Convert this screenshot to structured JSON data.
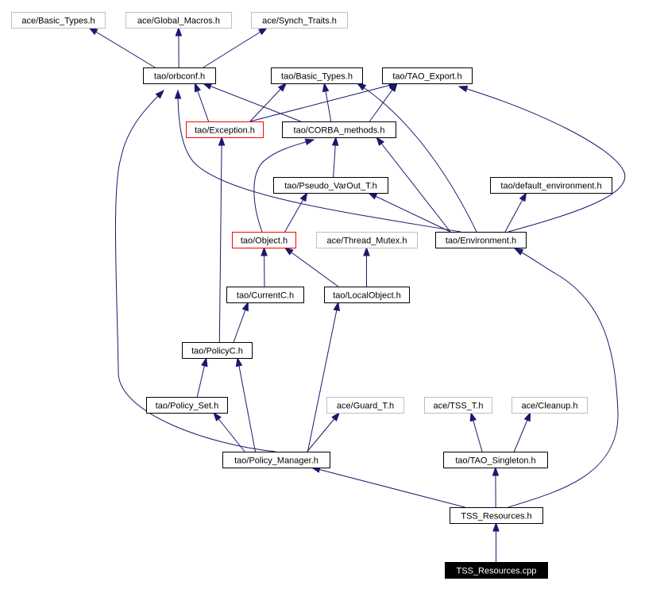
{
  "colors": {
    "edge": "#191970",
    "box_default": "#000000",
    "box_external": "#bfbfbf",
    "box_incomplete": "#ff0000",
    "root_fill": "#000000",
    "root_text": "#ffffff"
  },
  "nodes": {
    "ace_basic_types": {
      "label": "ace/Basic_Types.h",
      "kind": "external"
    },
    "ace_global_macros": {
      "label": "ace/Global_Macros.h",
      "kind": "external"
    },
    "ace_synch_traits": {
      "label": "ace/Synch_Traits.h",
      "kind": "external"
    },
    "orbconf": {
      "label": "tao/orbconf.h",
      "kind": "default"
    },
    "tao_basic_types": {
      "label": "tao/Basic_Types.h",
      "kind": "default"
    },
    "tao_export": {
      "label": "tao/TAO_Export.h",
      "kind": "default"
    },
    "exception": {
      "label": "tao/Exception.h",
      "kind": "incomplete"
    },
    "corba_methods": {
      "label": "tao/CORBA_methods.h",
      "kind": "default"
    },
    "pseudo_varout": {
      "label": "tao/Pseudo_VarOut_T.h",
      "kind": "default"
    },
    "default_env": {
      "label": "tao/default_environment.h",
      "kind": "default"
    },
    "object": {
      "label": "tao/Object.h",
      "kind": "incomplete"
    },
    "thread_mutex": {
      "label": "ace/Thread_Mutex.h",
      "kind": "external"
    },
    "environment": {
      "label": "tao/Environment.h",
      "kind": "default"
    },
    "currentc": {
      "label": "tao/CurrentC.h",
      "kind": "default"
    },
    "localobject": {
      "label": "tao/LocalObject.h",
      "kind": "default"
    },
    "policyc": {
      "label": "tao/PolicyC.h",
      "kind": "default"
    },
    "policy_set": {
      "label": "tao/Policy_Set.h",
      "kind": "default"
    },
    "guard_t": {
      "label": "ace/Guard_T.h",
      "kind": "external"
    },
    "tss_t": {
      "label": "ace/TSS_T.h",
      "kind": "external"
    },
    "cleanup": {
      "label": "ace/Cleanup.h",
      "kind": "external"
    },
    "policy_manager": {
      "label": "tao/Policy_Manager.h",
      "kind": "default"
    },
    "tao_singleton": {
      "label": "tao/TAO_Singleton.h",
      "kind": "default"
    },
    "tss_resources_h": {
      "label": "TSS_Resources.h",
      "kind": "default"
    },
    "tss_resources_cpp": {
      "label": "TSS_Resources.cpp",
      "kind": "root"
    }
  },
  "edges": [
    [
      "tss_resources_cpp",
      "tss_resources_h"
    ],
    [
      "tss_resources_h",
      "policy_manager"
    ],
    [
      "tss_resources_h",
      "tao_singleton"
    ],
    [
      "tss_resources_h",
      "environment"
    ],
    [
      "tao_singleton",
      "tss_t"
    ],
    [
      "tao_singleton",
      "cleanup"
    ],
    [
      "policy_manager",
      "policy_set"
    ],
    [
      "policy_manager",
      "policyc"
    ],
    [
      "policy_manager",
      "localobject"
    ],
    [
      "policy_manager",
      "guard_t"
    ],
    [
      "policy_manager",
      "orbconf"
    ],
    [
      "policy_set",
      "policyc"
    ],
    [
      "policyc",
      "currentc"
    ],
    [
      "policyc",
      "exception"
    ],
    [
      "currentc",
      "object"
    ],
    [
      "localobject",
      "object"
    ],
    [
      "localobject",
      "thread_mutex"
    ],
    [
      "object",
      "pseudo_varout"
    ],
    [
      "object",
      "corba_methods"
    ],
    [
      "pseudo_varout",
      "corba_methods"
    ],
    [
      "environment",
      "pseudo_varout"
    ],
    [
      "environment",
      "default_env"
    ],
    [
      "environment",
      "corba_methods"
    ],
    [
      "environment",
      "tao_basic_types"
    ],
    [
      "environment",
      "tao_export"
    ],
    [
      "environment",
      "orbconf"
    ],
    [
      "corba_methods",
      "orbconf"
    ],
    [
      "corba_methods",
      "tao_basic_types"
    ],
    [
      "corba_methods",
      "tao_export"
    ],
    [
      "exception",
      "orbconf"
    ],
    [
      "exception",
      "tao_basic_types"
    ],
    [
      "exception",
      "tao_export"
    ],
    [
      "orbconf",
      "ace_basic_types"
    ],
    [
      "orbconf",
      "ace_global_macros"
    ],
    [
      "orbconf",
      "ace_synch_traits"
    ]
  ]
}
